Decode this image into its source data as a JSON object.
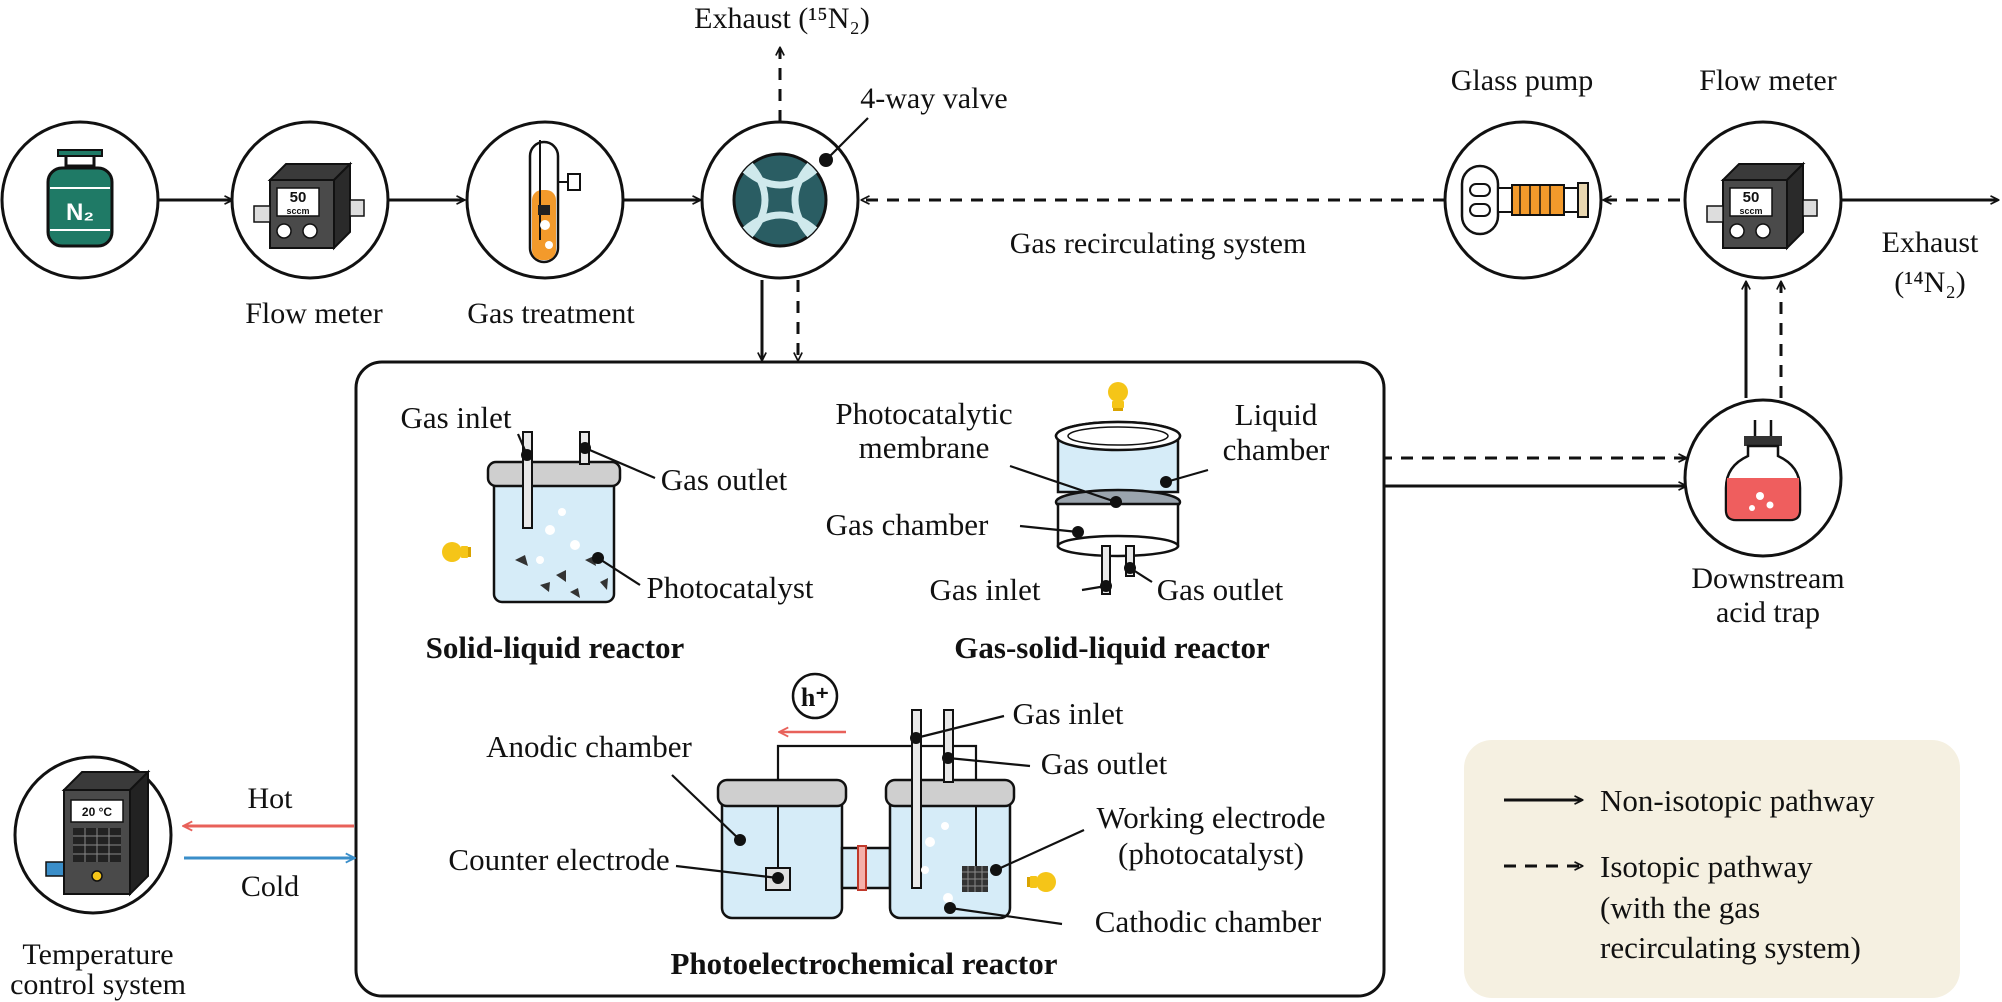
{
  "components": {
    "exhaust_top": "Exhaust (¹⁵N₂)",
    "valve": "4-way valve",
    "glass_pump": "Glass pump",
    "flow_meter_right": "Flow meter",
    "flow_meter_left": "Flow meter",
    "gas_treatment": "Gas treatment",
    "gas_recirculating": "Gas recirculating system",
    "exhaust_right_line1": "Exhaust",
    "exhaust_right_line2": "(¹⁴N₂)",
    "acid_trap_line1": "Downstream",
    "acid_trap_line2": "acid trap",
    "temp_line1": "Temperature",
    "temp_line2": "control system",
    "hot": "Hot",
    "cold": "Cold",
    "cylinder_label": "N₂",
    "meter_value": "50",
    "meter_unit": "sccm",
    "thermo_value": "20 °C"
  },
  "solid_liquid": {
    "title": "Solid-liquid reactor",
    "gas_inlet": "Gas inlet",
    "gas_outlet": "Gas outlet",
    "photocatalyst": "Photocatalyst"
  },
  "gas_solid_liquid": {
    "title": "Gas-solid-liquid reactor",
    "membrane_line1": "Photocatalytic",
    "membrane_line2": "membrane",
    "liquid_line1": "Liquid",
    "liquid_line2": "chamber",
    "gas_chamber": "Gas chamber",
    "gas_inlet": "Gas inlet",
    "gas_outlet": "Gas outlet"
  },
  "pec": {
    "title": "Photoelectrochemical reactor",
    "hole": "h⁺",
    "gas_inlet": "Gas inlet",
    "gas_outlet": "Gas outlet",
    "anodic": "Anodic chamber",
    "counter": "Counter electrode",
    "working_line1": "Working electrode",
    "working_line2": "(photocatalyst)",
    "cathodic": "Cathodic chamber"
  },
  "legend": {
    "solid": "Non-isotopic pathway",
    "dashed_line1": "Isotopic pathway",
    "dashed_line2": "(with the gas",
    "dashed_line3": "recirculating system)"
  },
  "colors": {
    "cylinder": "#1f7a66",
    "valve": "#2a5d63",
    "liquid": "#d6ecf8",
    "acid": "#ef5e5e",
    "orange": "#f39a2b",
    "hot": "#e8615a",
    "cold": "#3a8ec9",
    "bulb": "#f5c518",
    "legend_bg": "#f5f0e1"
  }
}
